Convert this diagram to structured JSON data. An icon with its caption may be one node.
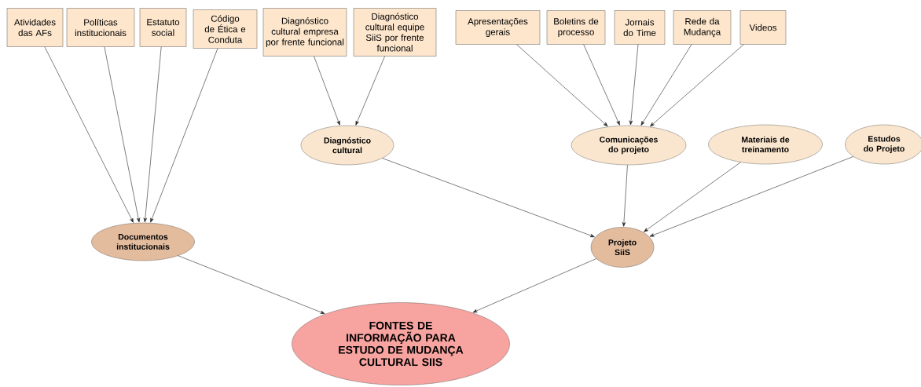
{
  "diagram": {
    "nodes": [
      {
        "text": [
          "Atividades das AFs"
        ]
      },
      {
        "text": [
          "Políticas institucionais"
        ]
      },
      {
        "text": [
          "Estatuto social"
        ]
      },
      {
        "text": [
          "Código de Ética e Conduta"
        ]
      },
      {
        "text": [
          "Diagnóstico cultural empresa por frente funcional"
        ]
      },
      {
        "text": [
          "Diagnóstico cultural equipe SiiS por frente funcional"
        ]
      },
      {
        "text": [
          "Apresentações gerais"
        ]
      },
      {
        "text": [
          "Boletins de processo"
        ]
      },
      {
        "text": [
          "Jornais do Time"
        ]
      },
      {
        "text": [
          "Rede da Mudança"
        ]
      },
      {
        "text": [
          "Videos"
        ]
      },
      {
        "text": [
          "Diagnóstico cultural"
        ]
      },
      {
        "text": [
          "Comunicações do projeto"
        ]
      },
      {
        "text": [
          "Materiais de treinamento"
        ]
      },
      {
        "text": [
          "Estudos do Projeto"
        ]
      },
      {
        "text": [
          "Documentos institucionais"
        ]
      },
      {
        "text": [
          "Projeto SiiS"
        ]
      },
      {
        "text": [
          "FONTES DE INFORMAÇÃO PARA ESTUDO DE MUDANÇA CULTURAL SIIS"
        ]
      }
    ],
    "edges": [
      {
        "from": 0,
        "to": 15,
        "arrow": "to"
      },
      {
        "from": 1,
        "to": 15,
        "arrow": "to"
      },
      {
        "from": 2,
        "to": 15,
        "arrow": "to"
      },
      {
        "from": 3,
        "to": 15,
        "arrow": "to"
      },
      {
        "from": 4,
        "to": 11,
        "arrow": "to"
      },
      {
        "from": 5,
        "to": 11,
        "arrow": "to"
      },
      {
        "from": 6,
        "to": 12,
        "arrow": "to"
      },
      {
        "from": 7,
        "to": 12,
        "arrow": "to"
      },
      {
        "from": 8,
        "to": 12,
        "arrow": "to"
      },
      {
        "from": 9,
        "to": 12,
        "arrow": "to"
      },
      {
        "from": 10,
        "to": 12,
        "arrow": "to"
      },
      {
        "from": 11,
        "to": 16,
        "arrow": "to"
      },
      {
        "from": 12,
        "to": 16,
        "arrow": "to"
      },
      {
        "from": 13,
        "to": 16,
        "arrow": "to"
      },
      {
        "from": 14,
        "to": 16,
        "arrow": "to"
      },
      {
        "from": 15,
        "to": 17,
        "arrow": "to"
      },
      {
        "from": 16,
        "to": 17,
        "arrow": "to"
      }
    ]
  }
}
